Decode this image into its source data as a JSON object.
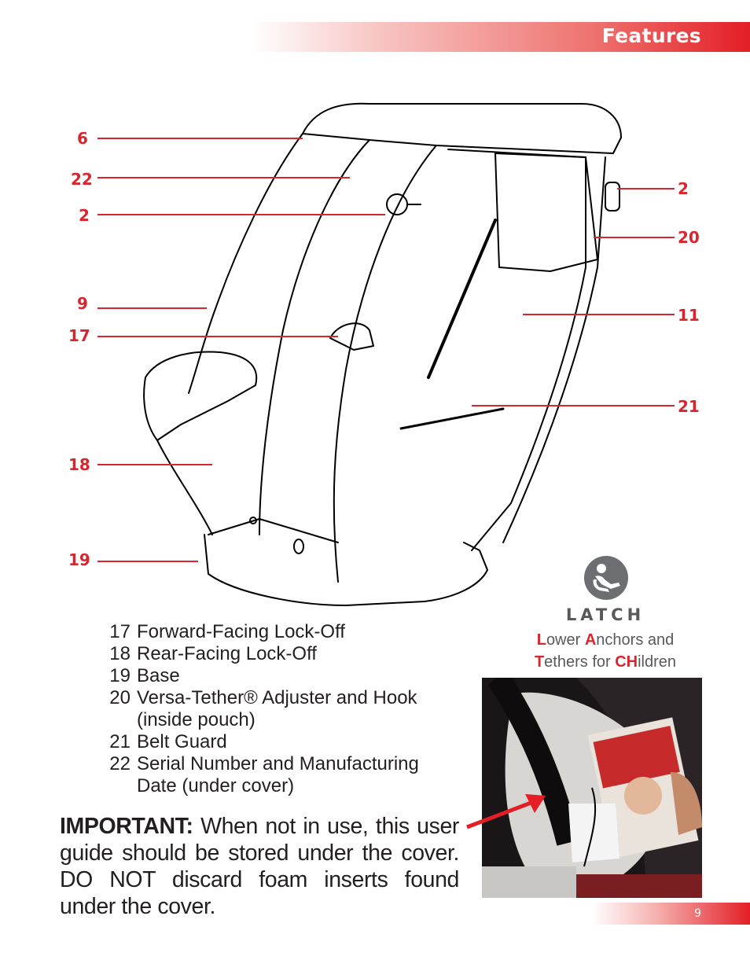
{
  "header": {
    "title": "Features"
  },
  "callouts": {
    "c6": "6",
    "c22": "22",
    "c2_left": "2",
    "c9": "9",
    "c17": "17",
    "c18": "18",
    "c19": "19",
    "c2_right": "2",
    "c20": "20",
    "c11": "11",
    "c21": "21"
  },
  "parts": [
    {
      "num": "17",
      "label": "Forward-Facing Lock-Off"
    },
    {
      "num": "18",
      "label": "Rear-Facing Lock-Off"
    },
    {
      "num": "19",
      "label": "Base"
    },
    {
      "num": "20",
      "label": "Versa-Tether® Adjuster and Hook",
      "label2": "(inside pouch)"
    },
    {
      "num": "21",
      "label": "Belt Guard"
    },
    {
      "num": "22",
      "label": "Serial Number and Manufacturing",
      "label2": "Date (under cover)"
    }
  ],
  "important": {
    "lead": "IMPORTANT:",
    "text": "When not in use, this user guide should be stored under the cover. DO NOT discard foam inserts found under the cover."
  },
  "latch": {
    "word": "LATCH",
    "line1": {
      "a": "L",
      "b": "ower ",
      "c": "A",
      "d": "nchors and"
    },
    "line2": {
      "a": "T",
      "b": "ethers for ",
      "c": "CH",
      "d": "ildren"
    }
  },
  "footer": {
    "page_number": "9"
  },
  "colors": {
    "accent": "#e31e26",
    "callout": "#d7262e",
    "text": "#231f20",
    "gray": "#58595b"
  }
}
